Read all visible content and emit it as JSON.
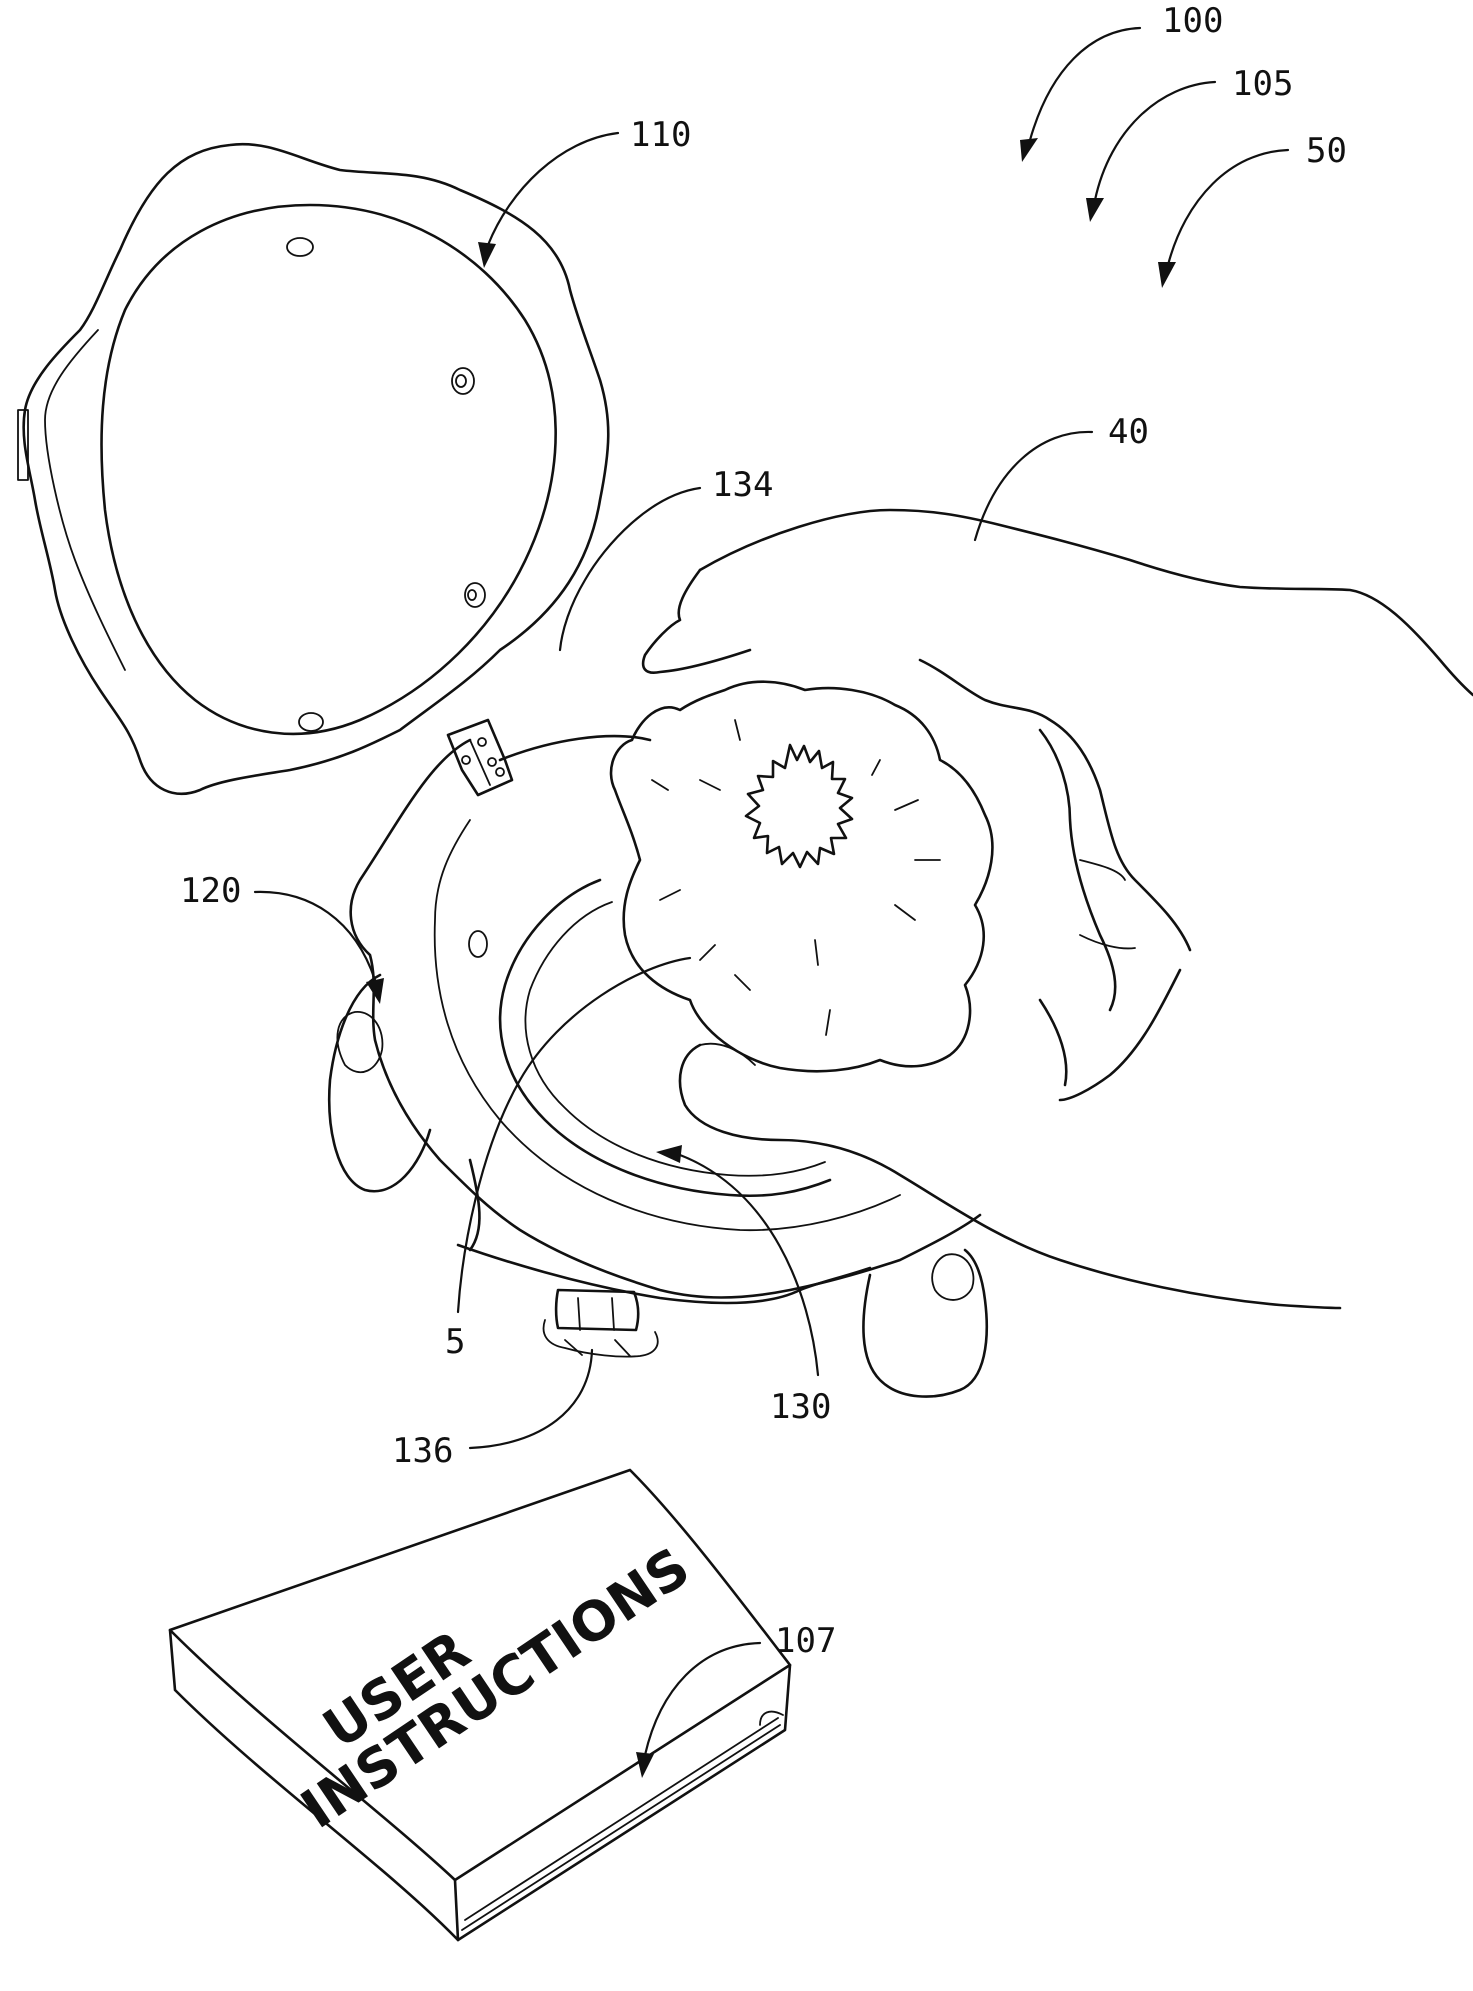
{
  "figure": {
    "reference_numerals": {
      "system": "100",
      "kit": "105",
      "garlic_bulb": "50",
      "lid": "110",
      "hand": "40",
      "hinge": "134",
      "base": "120",
      "clove": "5",
      "cavity": "130",
      "latch": "136",
      "instructions": "107"
    },
    "book_cover": {
      "line1": "USER",
      "line2": "INSTRUCTIONS"
    }
  }
}
